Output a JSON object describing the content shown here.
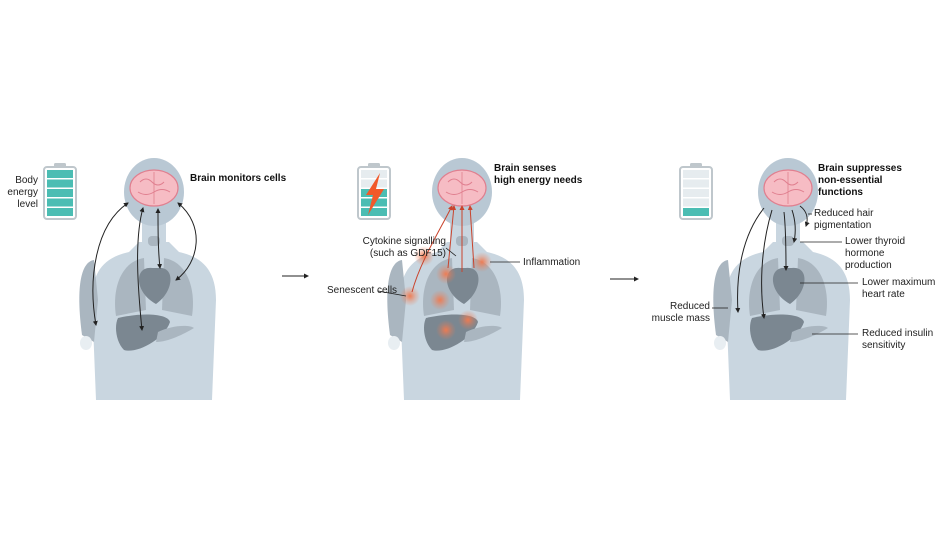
{
  "panels": [
    {
      "id": "p1",
      "title": "Brain monitors cells",
      "battery_label": "Body\nenergy\nlevel",
      "battery": {
        "level_fraction": 1.0,
        "alert": false
      }
    },
    {
      "id": "p2",
      "title": "Brain senses\nhigh energy needs",
      "battery": {
        "level_fraction": 0.5,
        "alert": true
      },
      "labels": {
        "cytokine": "Cytokine signalling\n(such as GDF15)",
        "inflammation": "Inflammation",
        "senescent": "Senescent cells"
      }
    },
    {
      "id": "p3",
      "title": "Brain suppresses\nnon-essential\nfunctions",
      "battery": {
        "level_fraction": 0.2,
        "alert": false
      },
      "labels": {
        "hair": "Reduced hair\npigmentation",
        "thyroid": "Lower thyroid hormone\nproduction",
        "heart": "Lower maximum\nheart rate",
        "muscle": "Reduced\nmuscle mass",
        "insulin": "Reduced insulin\nsensitivity"
      }
    }
  ],
  "colors": {
    "body": "#c9d6e0",
    "head": "#b9c8d4",
    "organ": "#7b8791",
    "organ_light": "#aab6c0",
    "brain": "#f6bcc4",
    "brain_outline": "#e07f8f",
    "battery_fill": "#4bbdb3",
    "battery_empty": "#e6ecef",
    "battery_frame": "#bfc7cc",
    "bolt": "#f1592a",
    "inflammation": "#f07a50",
    "arrow": "#222222",
    "red_arrow": "#c9432c"
  }
}
